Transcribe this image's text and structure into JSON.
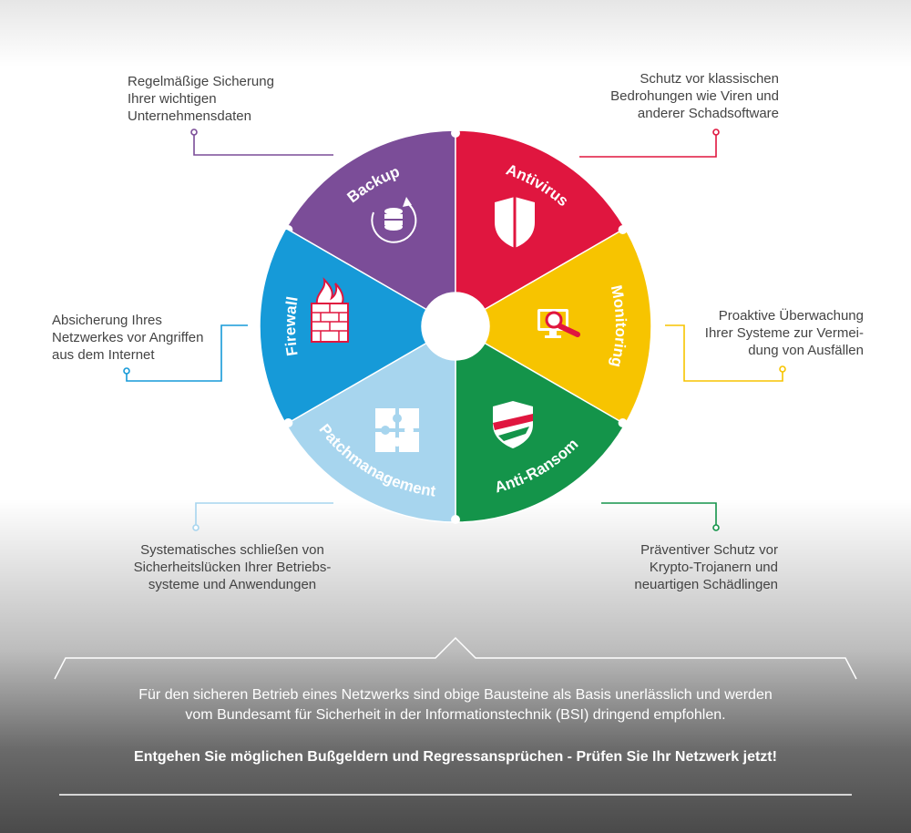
{
  "segments": [
    {
      "key": "backup",
      "label": "Backup",
      "color": "#7b4d98",
      "icon": "database-sync-icon"
    },
    {
      "key": "antivirus",
      "label": "Antivirus",
      "color": "#e0163f",
      "icon": "shield-icon"
    },
    {
      "key": "monitoring",
      "label": "Monitoring",
      "color": "#f7c400",
      "icon": "monitor-magnifier-icon"
    },
    {
      "key": "antiransom",
      "label": "Anti-Ransom",
      "color": "#14944a",
      "icon": "striped-shield-icon"
    },
    {
      "key": "patch",
      "label": "Patchmanagement",
      "color": "#a7d5ee",
      "icon": "puzzle-icon"
    },
    {
      "key": "firewall",
      "label": "Firewall",
      "color": "#169ad8",
      "icon": "burning-wall-icon"
    }
  ],
  "descriptions": {
    "backup": "Regelmäßige Sicherung\nIhrer wichtigen\nUnternehmensdaten",
    "antivirus": "Schutz vor klassischen\nBedrohungen wie Viren und\nanderer Schadsoftware",
    "monitoring": "Proaktive Überwachung\nIhrer Systeme zur Vermei-\ndung von Ausfällen",
    "antiransom": "Präventiver Schutz vor\nKrypto-Trojanern und\nneuartigen Schädlingen",
    "patch": "Systematisches schließen von\nSicherheitslücken Ihrer Betriebs-\nsysteme und Anwendungen",
    "firewall": "Absicherung Ihres\nNetzwerkes vor Angriffen\naus dem Internet"
  },
  "footer": {
    "line1": "Für den sicheren Betrieb eines Netzwerks sind obige Bausteine als Basis unerlässlich und werden\nvom Bundesamt für Sicherheit in der Informationstechnik (BSI) dringend empfohlen.",
    "line2": "Entgehen Sie möglichen Bußgeldern und Regressansprüchen - Prüfen Sie Ihr Netzwerk jetzt!"
  }
}
